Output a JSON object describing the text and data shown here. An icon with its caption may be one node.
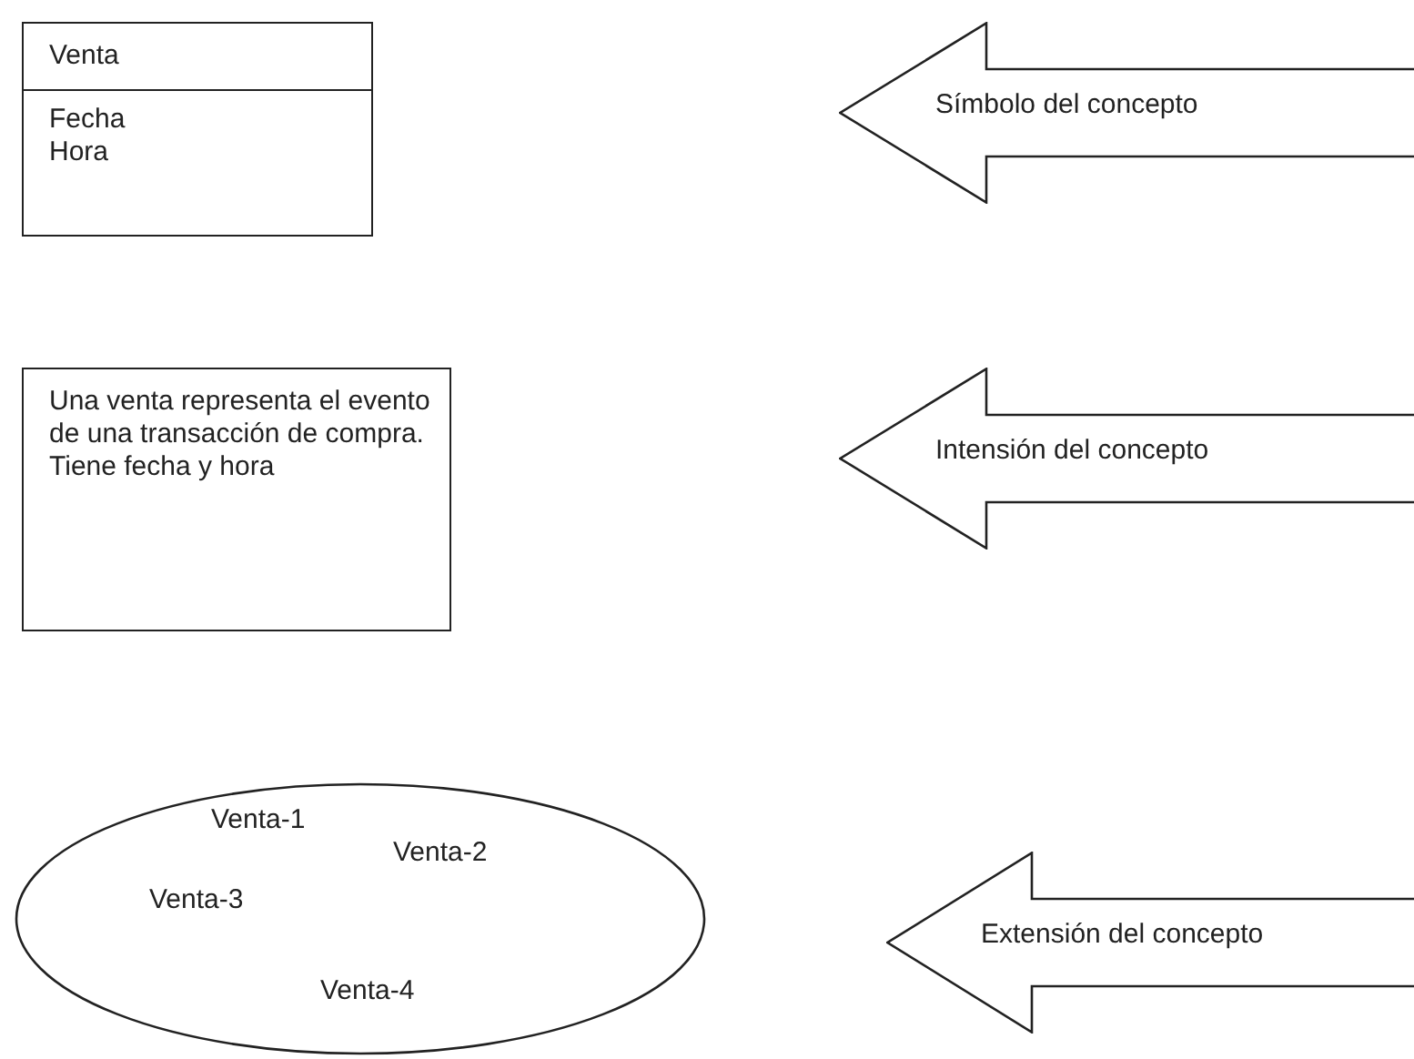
{
  "diagram": {
    "nodes": [
      {
        "text": [
          "Venta",
          "Fecha Hora"
        ]
      },
      {
        "text": [
          "Símbolo del concepto"
        ]
      },
      {
        "text": [
          "Una venta representa el evento de una transacción de compra. Tiene fecha y hora"
        ]
      },
      {
        "text": [
          "Intensión del concepto"
        ]
      },
      {
        "text": [
          "Venta-1",
          "Venta-2",
          "Venta-3",
          "Venta-4"
        ]
      },
      {
        "text": [
          "Extensión del concepto"
        ]
      }
    ]
  }
}
